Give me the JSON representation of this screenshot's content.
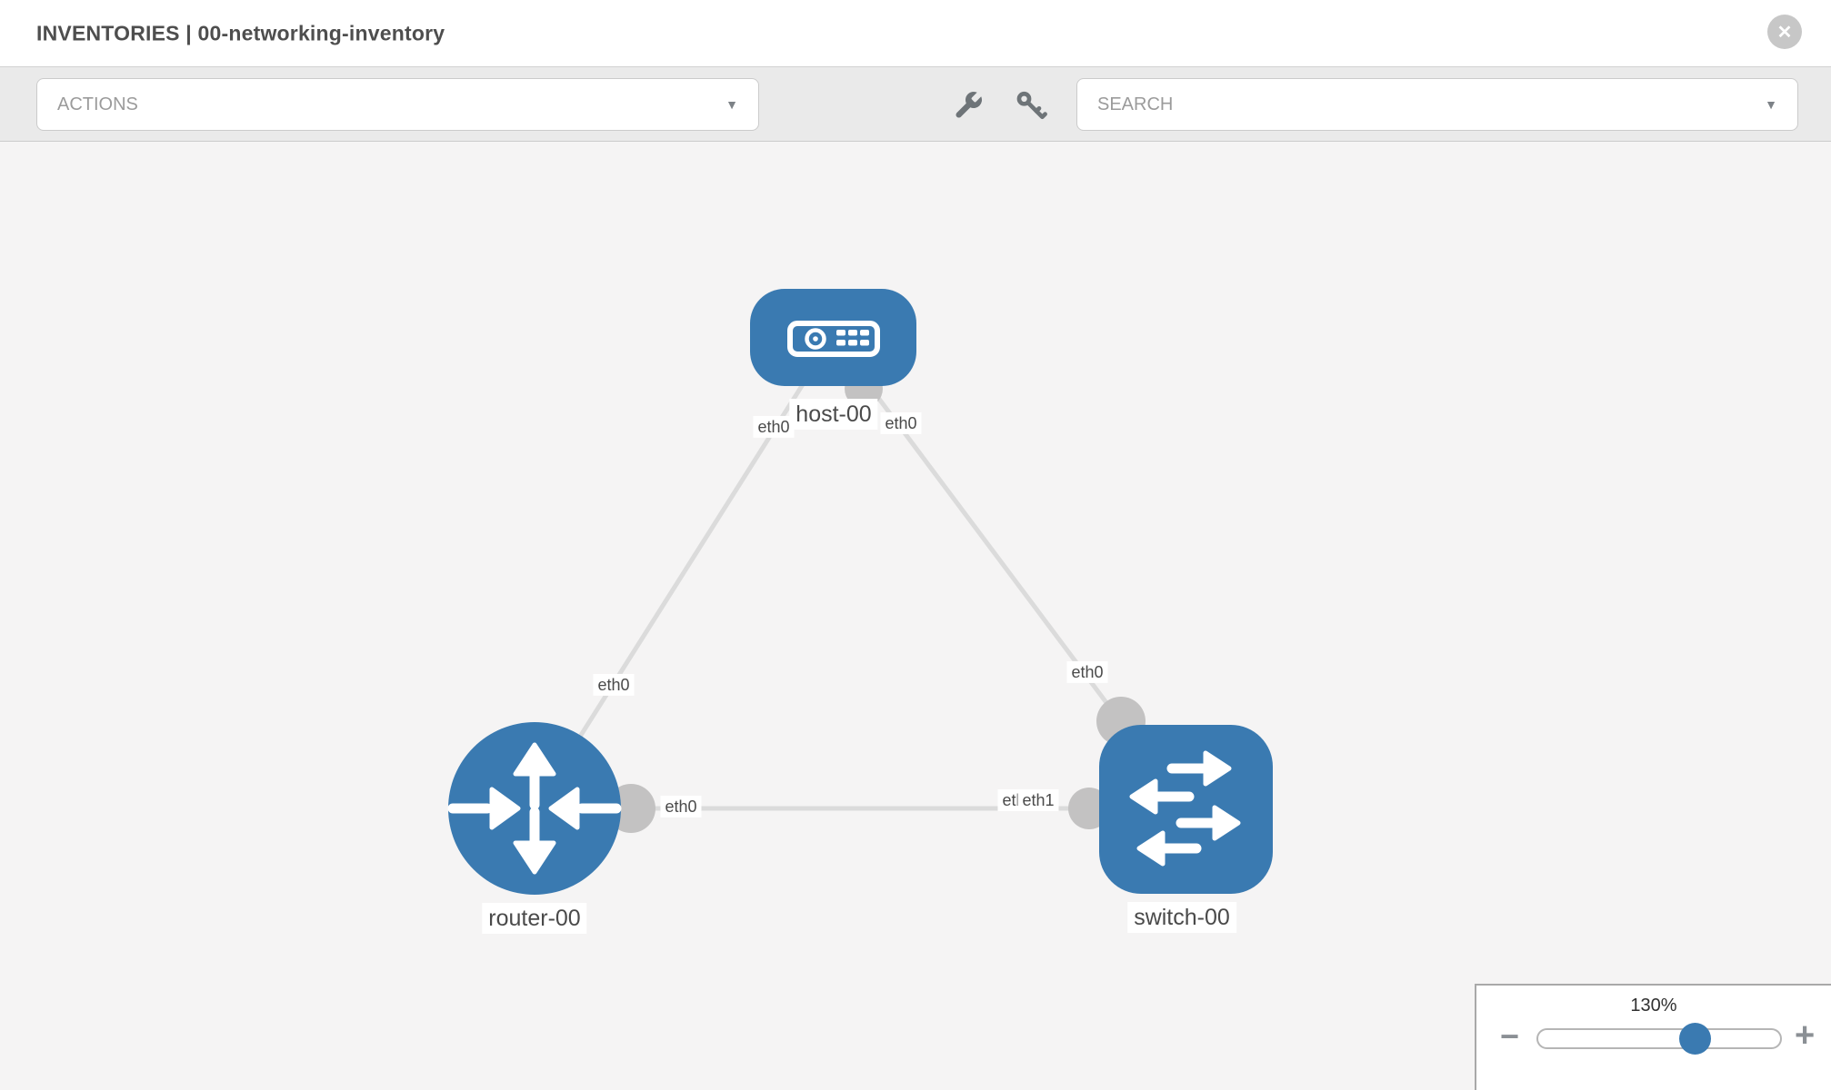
{
  "header": {
    "title": "INVENTORIES | 00-networking-inventory",
    "close_glyph": "✕"
  },
  "toolbar": {
    "actions_label": "ACTIONS",
    "search_label": "SEARCH",
    "caret_glyph": "▼",
    "icons": [
      "wrench-icon",
      "key-icon"
    ]
  },
  "topology": {
    "nodes": [
      {
        "label": "host-00",
        "type": "host"
      },
      {
        "label": "router-00",
        "type": "router"
      },
      {
        "label": "switch-00",
        "type": "switch"
      }
    ],
    "links": [
      {
        "from": "host-00",
        "from_if": "eth0",
        "to": "router-00",
        "to_if": "eth0"
      },
      {
        "from": "host-00",
        "from_if": "eth0",
        "to": "switch-00",
        "to_if": "eth0"
      },
      {
        "from": "router-00",
        "from_if": "eth0",
        "to": "switch-00",
        "to_if": "eth1"
      }
    ]
  },
  "labels": {
    "if_host_left": "eth0",
    "if_host_right": "eth0",
    "if_router_top": "eth0",
    "if_router_right": "eth0",
    "if_switch_top": "eth0",
    "if_switch_left_under": "eth0",
    "if_switch_left": "eth1"
  },
  "zoom_control": {
    "value": "130%",
    "minus_glyph": "−",
    "plus_glyph": "+"
  },
  "colors": {
    "node_blue": "#3a7ab1",
    "link_gray": "#dbdbdb",
    "connector_gray": "#c3c2c2",
    "toolbar_bg": "#eaeaea",
    "canvas_bg": "#f5f4f4",
    "icon_gray": "#6e7478"
  }
}
